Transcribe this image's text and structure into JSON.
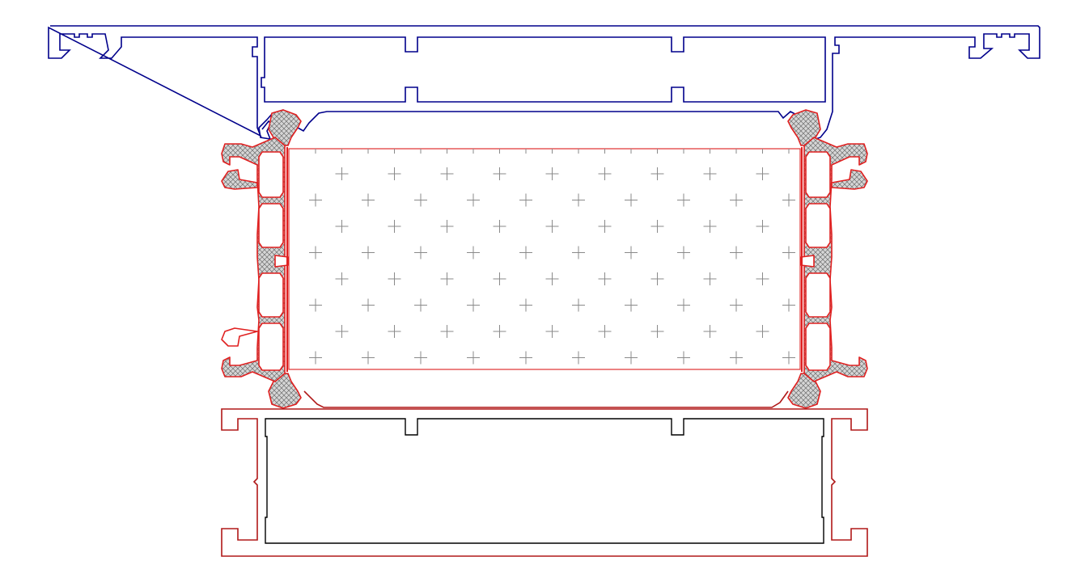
{
  "drawing": {
    "colors": {
      "background": "#ffffff",
      "top_profile": "#00008b",
      "thermal_break": "#e02020",
      "thermal_break_hatch": "#6e6e6e",
      "thermal_break_fill": "#d6d6d6",
      "insulation_outline": "#e03030",
      "insulation_marks": "#8a8a8a",
      "bottom_profile": "#b01818",
      "bottom_cavity": "#000000"
    },
    "components": [
      "top-profile",
      "left-thermal-break",
      "right-thermal-break",
      "insulation-core",
      "bottom-profile",
      "bottom-cavity"
    ],
    "insulation": {
      "pattern": "cross-hatch",
      "mark_rows": 8,
      "mark_cols": 10
    }
  }
}
